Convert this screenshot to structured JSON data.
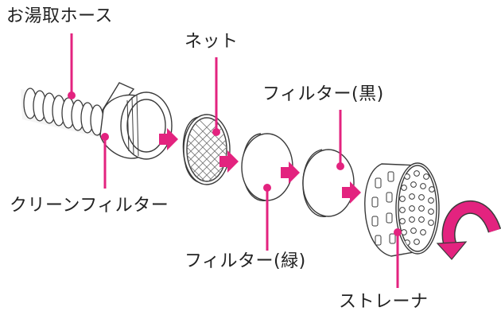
{
  "labels": {
    "hose": "お湯取ホース",
    "net": "ネット",
    "filter_black": "フィルター(黒)",
    "clean_filter": "クリーンフィルター",
    "filter_green": "フィルター(緑)",
    "strainer": "ストレーナ"
  },
  "colors": {
    "accent": "#e3237f",
    "stroke": "#3a3a3a",
    "fill": "#ffffff"
  }
}
